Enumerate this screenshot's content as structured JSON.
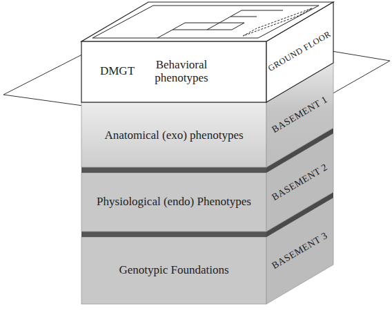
{
  "diagram": {
    "nodes": [
      {
        "text": [
          "DMGT",
          "Behavioral phenotypes",
          "GROUND FLOOR"
        ]
      },
      {
        "text": [
          "Anatomical (exo) phenotypes",
          "BASEMENT 1"
        ]
      },
      {
        "text": [
          "Physiological (endo) Phenotypes",
          "BASEMENT 2"
        ]
      },
      {
        "text": [
          "Genotypic Foundations",
          "BASEMENT 3"
        ]
      }
    ]
  }
}
